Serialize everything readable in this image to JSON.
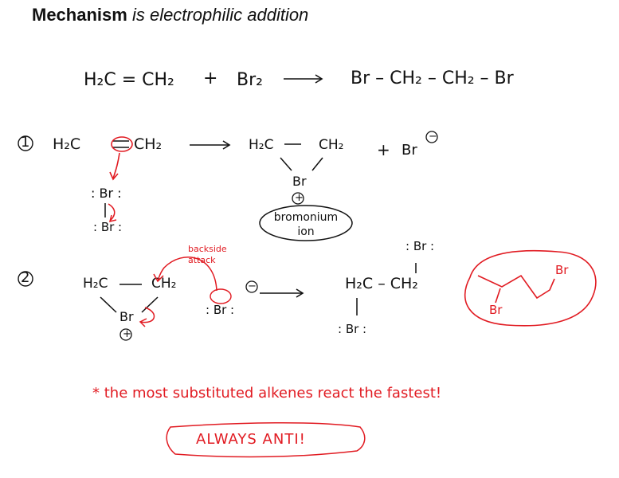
{
  "title": {
    "bold": "Mechanism",
    "rest": "is electrophilic addition"
  },
  "overall": {
    "reactant1": "H₂C = CH₂",
    "plus": "+",
    "reactant2": "Br₂",
    "product": "Br – CH₂ – CH₂ – Br"
  },
  "step1": {
    "number": "1",
    "alkene_left": "H₂C",
    "alkene_right": "CH₂",
    "br_top": ": Br :",
    "br_bottom": ": Br :",
    "bromonium_left": "H₂C",
    "bromonium_right": "CH₂",
    "bromonium_br": "Br",
    "bromonium_charge": "+",
    "plus": "+",
    "bromide": "Br",
    "bromide_charge": "−",
    "circled_label": "bromonium ion"
  },
  "step2": {
    "number": "2",
    "left": "H₂C",
    "right": "CH₂",
    "br": "Br",
    "br_charge": "+",
    "note": "backside attack",
    "nucleophile": ": Br :",
    "nucleophile_charge": "−",
    "product_br_top": ": Br :",
    "product_chain": "H₂C – CH₂",
    "product_br_bottom": ": Br :",
    "skeletal_br_right": "Br",
    "skeletal_br_left": "Br"
  },
  "notes": {
    "star_note": "* the most substituted alkenes react the fastest!",
    "anti_box": "ALWAYS ANTI!"
  },
  "colors": {
    "ink": "#111111",
    "red": "#e11b22"
  }
}
